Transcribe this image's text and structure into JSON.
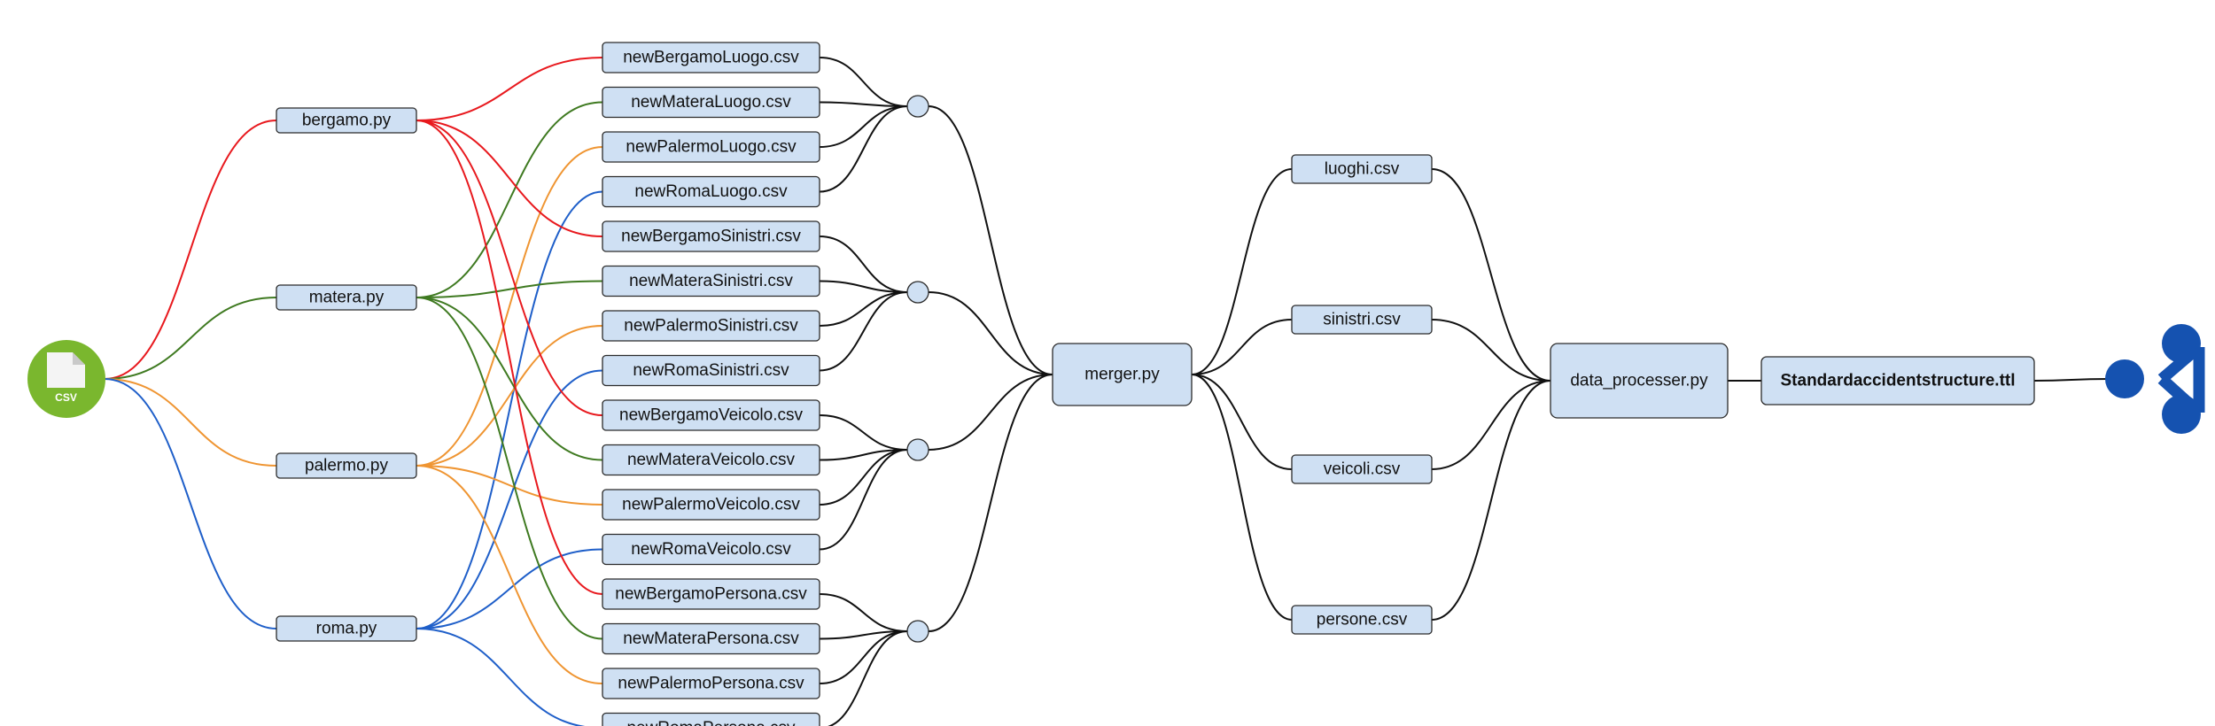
{
  "colors": {
    "bergamo": "#e8191e",
    "matera": "#3f7a21",
    "palermo": "#ef9532",
    "roma": "#1f5fc9",
    "black": "#111111",
    "node_fill": "#cfe0f3",
    "csv_icon_green": "#7ab72e",
    "graph_icon_blue": "#1552b0"
  },
  "icons": {
    "csv_source": {
      "name": "csv-file-icon",
      "label": "CSV"
    },
    "graph_output": {
      "name": "rdf-graph-icon"
    }
  },
  "scripts": [
    {
      "id": "bergamo",
      "label": "bergamo.py"
    },
    {
      "id": "matera",
      "label": "matera.py"
    },
    {
      "id": "palermo",
      "label": "palermo.py"
    },
    {
      "id": "roma",
      "label": "roma.py"
    }
  ],
  "outputs": [
    {
      "label": "newBergamoLuogo.csv",
      "source": "bergamo",
      "group": 0
    },
    {
      "label": "newMateraLuogo.csv",
      "source": "matera",
      "group": 0
    },
    {
      "label": "newPalermoLuogo.csv",
      "source": "palermo",
      "group": 0
    },
    {
      "label": "newRomaLuogo.csv",
      "source": "roma",
      "group": 0
    },
    {
      "label": "newBergamoSinistri.csv",
      "source": "bergamo",
      "group": 1
    },
    {
      "label": "newMateraSinistri.csv",
      "source": "matera",
      "group": 1
    },
    {
      "label": "newPalermoSinistri.csv",
      "source": "palermo",
      "group": 1
    },
    {
      "label": "newRomaSinistri.csv",
      "source": "roma",
      "group": 1
    },
    {
      "label": "newBergamoVeicolo.csv",
      "source": "bergamo",
      "group": 2
    },
    {
      "label": "newMateraVeicolo.csv",
      "source": "matera",
      "group": 2
    },
    {
      "label": "newPalermoVeicolo.csv",
      "source": "palermo",
      "group": 2
    },
    {
      "label": "newRomaVeicolo.csv",
      "source": "roma",
      "group": 2
    },
    {
      "label": "newBergamoPersona.csv",
      "source": "bergamo",
      "group": 3
    },
    {
      "label": "newMateraPersona.csv",
      "source": "matera",
      "group": 3
    },
    {
      "label": "newPalermoPersona.csv",
      "source": "palermo",
      "group": 3
    },
    {
      "label": "newRomaPersona.csv",
      "source": "roma",
      "group": 3
    }
  ],
  "merger": {
    "label": "merger.py"
  },
  "merged": [
    {
      "label": "luoghi.csv"
    },
    {
      "label": "sinistri.csv"
    },
    {
      "label": "veicoli.csv"
    },
    {
      "label": "persone.csv"
    }
  ],
  "processor": {
    "label": "data_processer.py"
  },
  "result": {
    "label": "Standardaccidentstructure.ttl"
  }
}
